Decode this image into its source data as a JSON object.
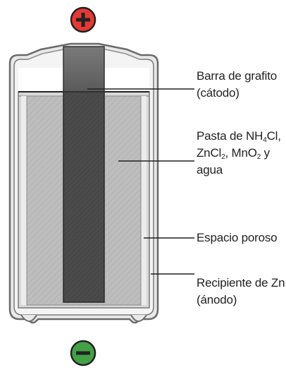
{
  "terminals": {
    "positive": {
      "symbol": "+",
      "color": "#e53935"
    },
    "negative": {
      "symbol": "−",
      "color": "#43a047"
    }
  },
  "labels": {
    "graphite_rod": {
      "line1": "Barra de grafito",
      "line2": "(cátodo)"
    },
    "paste": {
      "l1_a": "Pasta de NH",
      "l1_sub": "4",
      "l1_b": "Cl,",
      "l2_a": "ZnCl",
      "l2_sub1": "2",
      "l2_b": ", MnO",
      "l2_sub2": "2",
      "l2_c": " y",
      "l3": "agua"
    },
    "porous_space": {
      "line1": "Espacio poroso"
    },
    "zinc_container": {
      "line1": "Recipiente de Zn",
      "line2": "(ánodo)"
    }
  },
  "colors": {
    "casing_outline": "#6b6b6b",
    "casing_fill": "#e3e3e3",
    "paste_fill": "#b5b5b5",
    "rod_fill": "#4a4a4a",
    "leader_line": "#222222"
  }
}
